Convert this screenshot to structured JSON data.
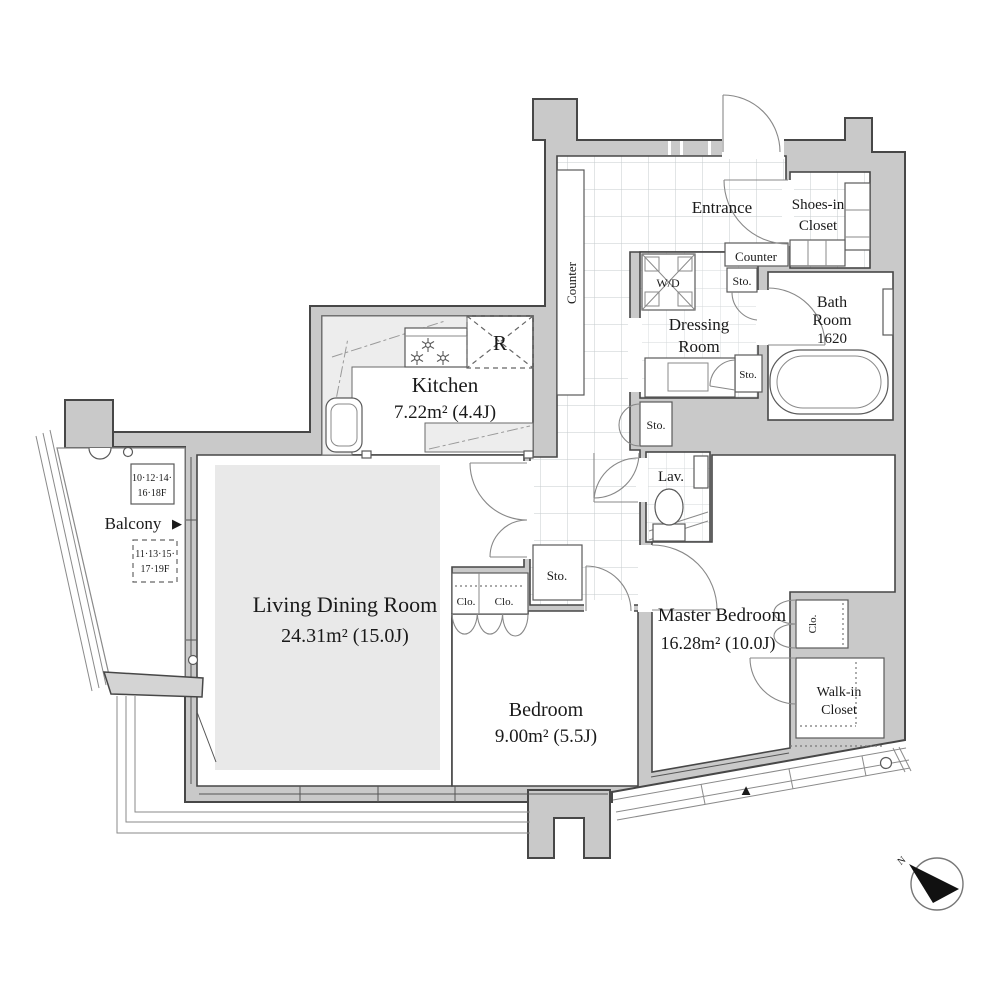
{
  "rooms": {
    "living_dining_room": {
      "name": "Living Dining Room",
      "area": "24.31m²  (15.0J)"
    },
    "kitchen": {
      "name": "Kitchen",
      "area": "7.22m²  (4.4J)"
    },
    "bedroom": {
      "name": "Bedroom",
      "area": "9.00m²  (5.5J)"
    },
    "master_bedroom": {
      "name": "Master Bedroom",
      "area": "16.28m²  (10.0J)"
    },
    "entrance": {
      "name": "Entrance"
    },
    "dressing_room": {
      "name_line1": "Dressing",
      "name_line2": "Room"
    },
    "bath_room": {
      "name_line1": "Bath",
      "name_line2": "Room",
      "size": "1620"
    },
    "lavatory": {
      "name": "Lav."
    },
    "balcony": {
      "name": "Balcony",
      "direction_arrow": "▶"
    },
    "walk_in_closet": {
      "name_line1": "Walk-in",
      "name_line2": "Closet"
    },
    "shoes_in_closet": {
      "name_line1": "Shoes-in",
      "name_line2": "Closet"
    }
  },
  "fixtures": {
    "storage_abbr": "Sto.",
    "closet_abbr": "Clo.",
    "counter": "Counter",
    "washer_dryer": "W/D",
    "refrigerator_abbr": "R"
  },
  "annotations": {
    "floor_range_solid": {
      "line1": "10·12·14·",
      "line2": "16·18F"
    },
    "floor_range_dashed": {
      "line1": "11·13·15·",
      "line2": "17·19F"
    },
    "balcony_edge_marker": "▲",
    "compass_north": "N"
  },
  "colors": {
    "wall_fill": "#c9c9c9",
    "wall_line": "#474747",
    "rug": "#e9e9e9",
    "counter_fill": "#ededed",
    "tile_line": "#c6cbce"
  }
}
